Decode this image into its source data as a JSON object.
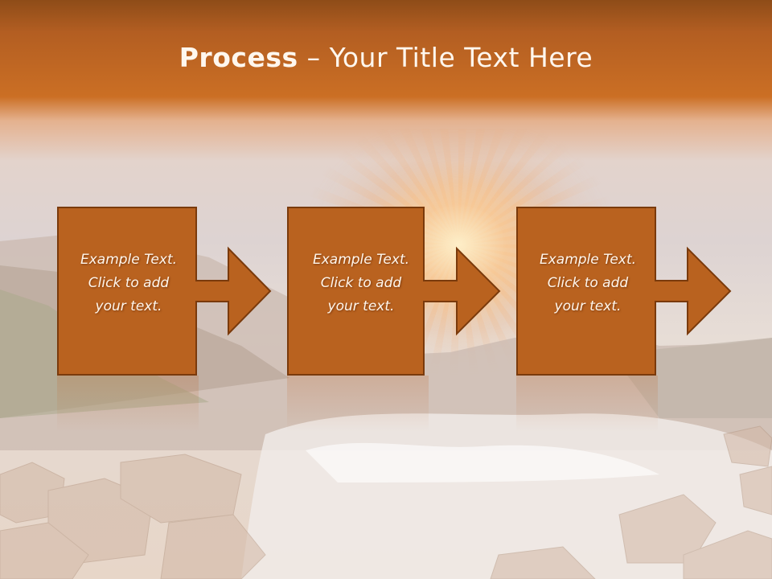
{
  "slide": {
    "title_strong": "Process",
    "title_rest": " – Your Title Text Here"
  },
  "steps": [
    {
      "text": "Example Text.\nClick  to add\nyour text."
    },
    {
      "text": "Example Text.\nClick  to add\nyour text."
    },
    {
      "text": "Example Text.\nClick  to add\nyour text."
    }
  ],
  "colors": {
    "box_fill": "#b9621f",
    "box_stroke": "#7a3a0c",
    "header_band": "#c66a22"
  }
}
